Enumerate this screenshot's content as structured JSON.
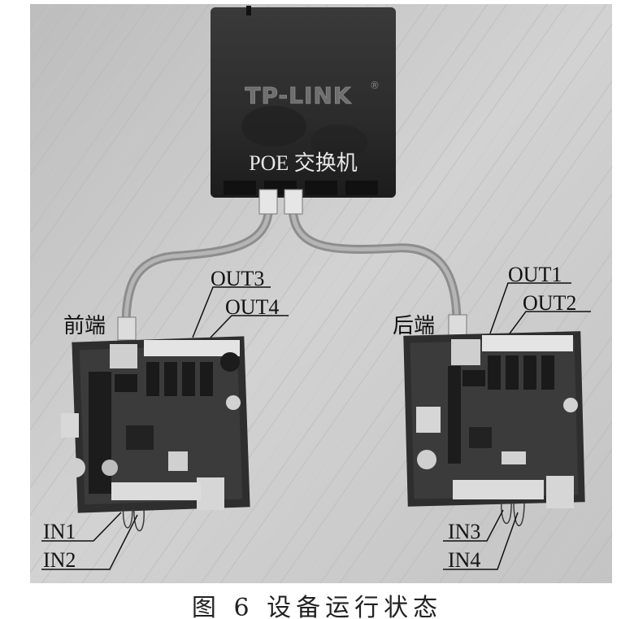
{
  "switch": {
    "brand": "TP-LINK",
    "registered_mark": "®",
    "label": "POE 交换机"
  },
  "boards": {
    "front": {
      "label": "前端"
    },
    "back": {
      "label": "后端"
    }
  },
  "callouts": {
    "out1": "OUT1",
    "out2": "OUT2",
    "out3": "OUT3",
    "out4": "OUT4",
    "in1": "IN1",
    "in2": "IN2",
    "in3": "IN3",
    "in4": "IN4"
  },
  "caption": "图 6   设备运行状态"
}
